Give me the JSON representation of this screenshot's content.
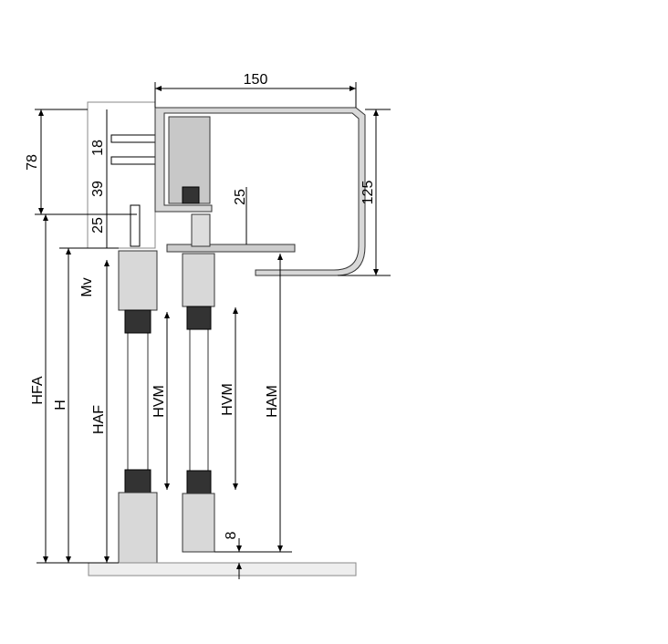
{
  "title": "Sliding door cross-section drawing",
  "dimensions": {
    "housing_width": "150",
    "housing_height": "125",
    "top_height": "78",
    "anchor_spacing_1": "18",
    "anchor_spacing_2": "39",
    "anchor_spacing_3": "25",
    "track_offset": "25",
    "mv": "Mv",
    "hfa": "HFA",
    "h": "H",
    "haf": "HAF",
    "hvm_left": "HVM",
    "hvm_right": "HVM",
    "ham": "HAM",
    "bottom_gap": "8"
  }
}
